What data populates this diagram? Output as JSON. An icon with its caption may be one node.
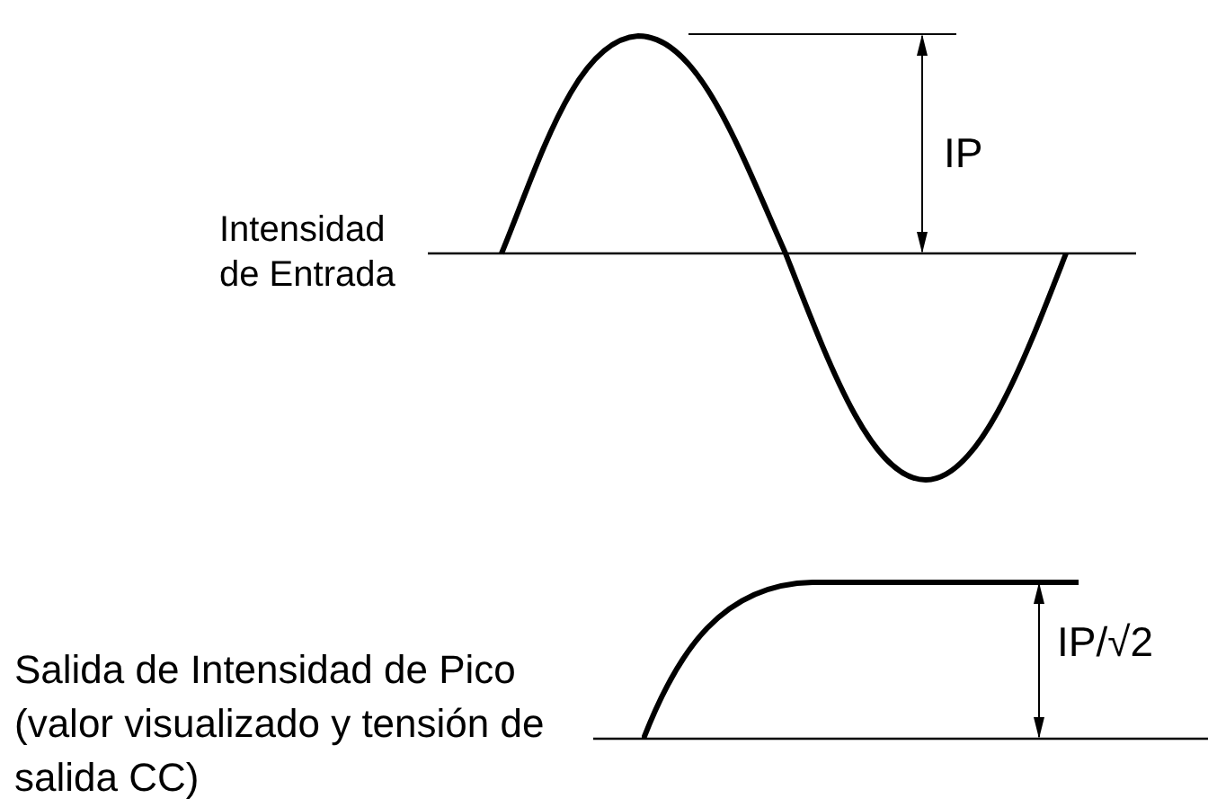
{
  "diagram": {
    "nodes": [
      {
        "text": [
          "Salida de Intensidad de Pico (valor visualizado y tensión de salida CC)"
        ]
      },
      {
        "text": [],
        "shape": "picture"
      }
    ],
    "edges": [
      {
        "from": 0,
        "to": 1,
        "arrow": "none"
      }
    ],
    "labels": [
      "IP",
      "Intensidad de Entrada",
      "IP/√2"
    ]
  }
}
